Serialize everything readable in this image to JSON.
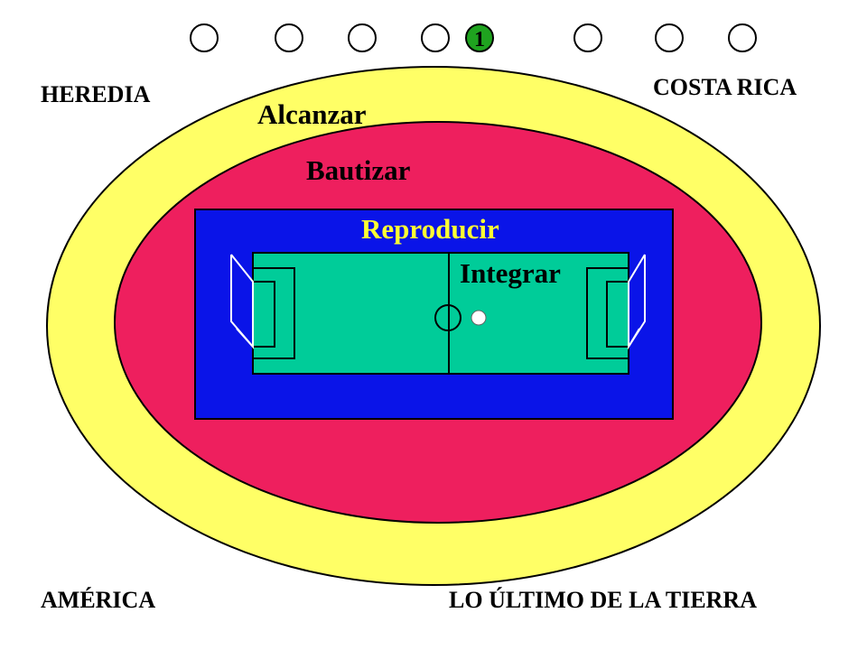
{
  "slide": {
    "corners": {
      "top_left": "HEREDIA",
      "top_right": "COSTA RICA",
      "bottom_left": "AMÉRICA",
      "bottom_right": "LO ÚLTIMO DE LA TIERRA"
    },
    "rings": {
      "outer": "Alcanzar",
      "middle": "Bautizar",
      "inner": "Reproducir",
      "field": "Integrar"
    },
    "progress_circles": {
      "total": 8,
      "active_index": 4,
      "active_label": "1"
    },
    "colors": {
      "outer_ring": "#FFFF66",
      "middle_ring": "#EE1F5E",
      "inner_box": "#0A14E8",
      "field": "#00CC99",
      "active_circle": "#1FA31F",
      "inner_label": "#FFFF33",
      "text": "#000000"
    }
  }
}
